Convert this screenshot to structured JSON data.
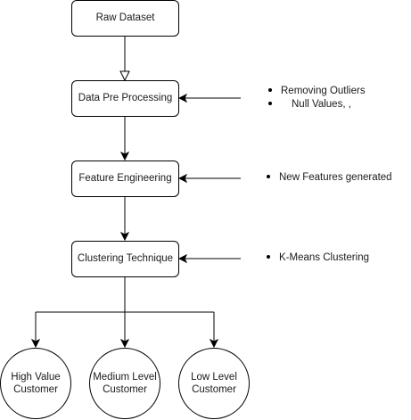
{
  "nodes": {
    "raw_dataset": "Raw Dataset",
    "data_pre_processing": "Data Pre Processing",
    "feature_engineering": "Feature Engineering",
    "clustering_technique": "Clustering Technique"
  },
  "clusters": {
    "high_value": {
      "line1": "High Value",
      "line2": "Customer"
    },
    "medium_level": {
      "line1": "Medium Level",
      "line2": "Customer"
    },
    "low_level": {
      "line1": "Low Level",
      "line2": "Customer"
    }
  },
  "notes": {
    "preprocessing": [
      "Removing Outliers",
      "Null Values, ,"
    ],
    "feature_engineering": [
      "New Features generated"
    ],
    "clustering": [
      "K-Means Clustering"
    ]
  },
  "colors": {
    "stroke": "#000000",
    "fill": "#ffffff",
    "text": "#1a1a1a"
  }
}
